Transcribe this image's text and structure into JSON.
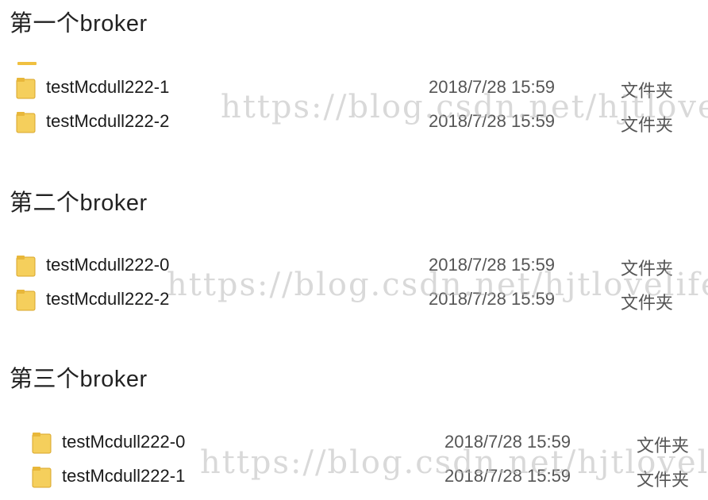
{
  "groups": [
    {
      "heading": "第一个broker",
      "items": [
        {
          "name": "testMcdull222-1",
          "date": "2018/7/28 15:59",
          "type": "文件夹"
        },
        {
          "name": "testMcdull222-2",
          "date": "2018/7/28 15:59",
          "type": "文件夹"
        }
      ]
    },
    {
      "heading": "第二个broker",
      "items": [
        {
          "name": "testMcdull222-0",
          "date": "2018/7/28 15:59",
          "type": "文件夹"
        },
        {
          "name": "testMcdull222-2",
          "date": "2018/7/28 15:59",
          "type": "文件夹"
        }
      ]
    },
    {
      "heading": "第三个broker",
      "items": [
        {
          "name": "testMcdull222-0",
          "date": "2018/7/28 15:59",
          "type": "文件夹"
        },
        {
          "name": "testMcdull222-1",
          "date": "2018/7/28 15:59",
          "type": "文件夹"
        }
      ]
    }
  ],
  "watermarks": [
    "https://blog.csdn.net/hjtlovelife",
    "https://blog.csdn.net/hjtlovelife",
    "https://blog.csdn.net/hjtlovelife"
  ],
  "colors": {
    "folder_body": "#f5cf5c",
    "folder_tab": "#e8b73a",
    "folder_edge": "#d9a62a"
  }
}
